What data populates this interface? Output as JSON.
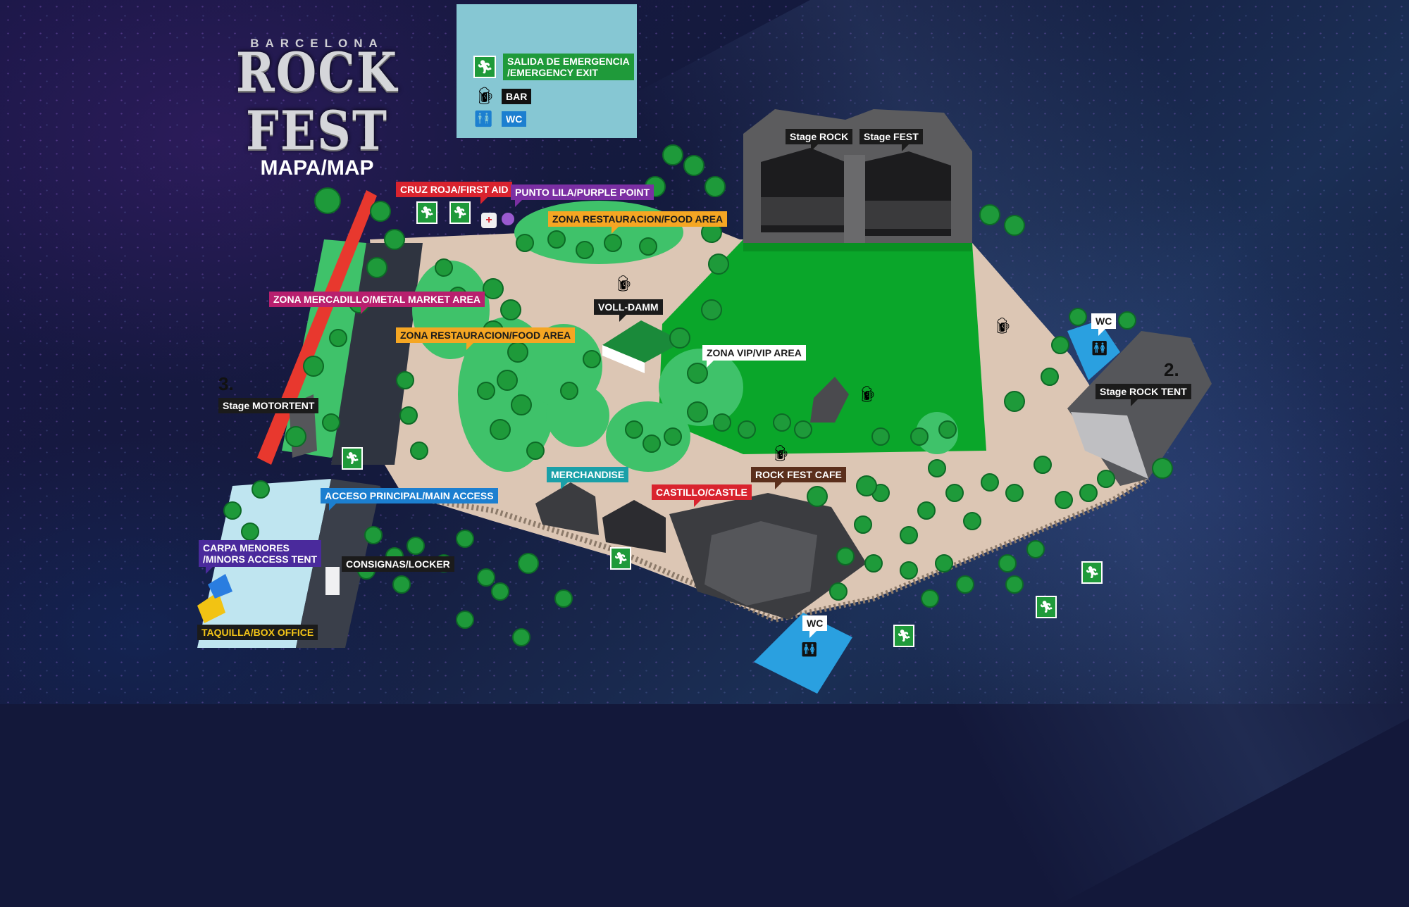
{
  "logo": {
    "city": "BARCELONA",
    "brand": "ROCK FEST",
    "subtitle": "MAPA/MAP"
  },
  "legend": {
    "items": [
      {
        "icon": "emergency-exit-icon",
        "label": "SALIDA DE EMERGENCIA\n/EMERGENCY EXIT",
        "label_line1": "SALIDA DE EMERGENCIA",
        "label_line2": "/EMERGENCY EXIT",
        "color": "#1f9a3a"
      },
      {
        "icon": "beer-mug-icon",
        "label": "BAR",
        "color": "#111111"
      },
      {
        "icon": "restroom-icon",
        "label": "WC",
        "color": "#1c7fd0"
      }
    ],
    "background": "#86c7d3"
  },
  "labels": {
    "stage_rock": "Stage ROCK",
    "stage_fest": "Stage FEST",
    "stage_rock_tent": "Stage ROCK TENT",
    "stage_rock_tent_number": "2.",
    "stage_motortent": "Stage MOTORTENT",
    "stage_motortent_number": "3.",
    "first_aid": "CRUZ ROJA/FIRST AID",
    "purple_point": "PUNTO LILA/PURPLE POINT",
    "food_area_1": "ZONA RESTAURACION/FOOD AREA",
    "food_area_2": "ZONA RESTAURACION/FOOD AREA",
    "metal_market": "ZONA MERCADILLO/METAL MARKET AREA",
    "voll_damm": "VOLL-DAMM",
    "vip_area": "ZONA VIP/VIP AREA",
    "wc_east": "WC",
    "wc_south": "WC",
    "merchandise": "MERCHANDISE",
    "castle": "CASTILLO/CASTLE",
    "rock_fest_cafe": "ROCK FEST CAFE",
    "main_access": "ACCESO PRINCIPAL/MAIN ACCESS",
    "minors_tent_line1": "CARPA MENORES",
    "minors_tent_line2": "/MINORS ACCESS TENT",
    "locker": "CONSIGNAS/LOCKER",
    "box_office": "TAQUILLA/BOX OFFICE"
  },
  "colors": {
    "first_aid": "#d9232e",
    "purple_point": "#7b2fa3",
    "food_area": "#f5a623",
    "metal_market": "#b81f6e",
    "main_access": "#1c7fd0",
    "merchandise": "#1aa0a8",
    "castle": "#d9232e",
    "cafe": "#5b2f1c",
    "minors": "#4a2a9c",
    "stage_label": "#1b1b1b",
    "grass": "#0aa62a",
    "ground": "#dcc6b4",
    "exit": "#1f9a3a",
    "wc": "#2aa0e0"
  },
  "emergency_exits": 8,
  "bars": 5
}
